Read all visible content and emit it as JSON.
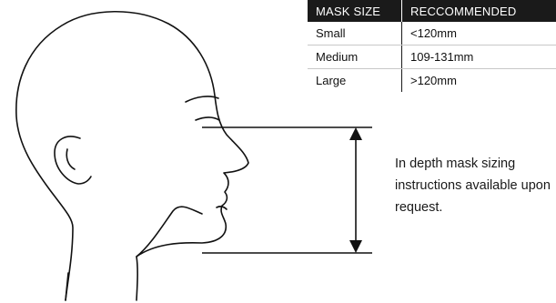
{
  "table": {
    "headers": [
      "MASK SIZE",
      "RECCOMMENDED"
    ],
    "rows": [
      {
        "size": "Small",
        "range": "<120mm"
      },
      {
        "size": "Medium",
        "range": "109-131mm"
      },
      {
        "size": "Large",
        "range": ">120mm"
      }
    ]
  },
  "note": "In depth mask sizing instructions available upon request.",
  "colors": {
    "header_bg": "#1a1a1a",
    "line": "#111111"
  },
  "icons": {
    "measure": "double-headed-arrow",
    "figure": "head-profile-outline"
  }
}
